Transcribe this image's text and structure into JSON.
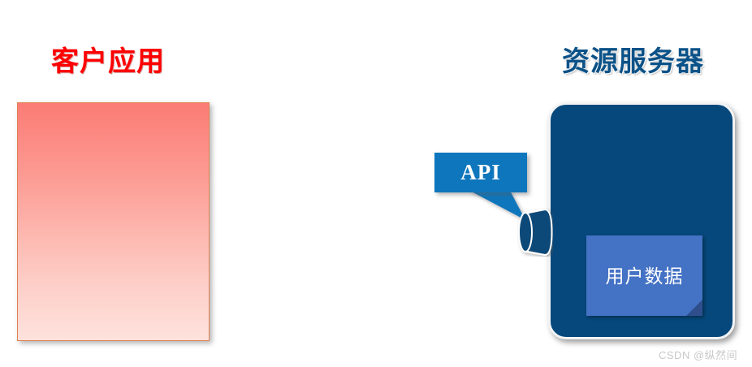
{
  "diagram": {
    "client": {
      "title": "客户应用",
      "title_color": "#FF0000",
      "panel_gradient_top": "#FB7C75",
      "panel_gradient_bottom": "#FEE2DD",
      "panel_border_color": "#E08050"
    },
    "server": {
      "title": "资源服务器",
      "title_color": "#0B5288",
      "panel_fill": "#06487B",
      "panel_border_color": "#F2F3F5",
      "user_data": {
        "label": "用户数据",
        "fill": "#4472C4",
        "fold_fill": "#2E4F8C",
        "text_color": "#FFFFFF"
      }
    },
    "api_callout": {
      "label": "API",
      "fill": "#0E76BC",
      "text_color": "#FFFFFF"
    },
    "api_cylinder": {
      "name": "api-endpoint-cylinder",
      "fill": "#0B4A78",
      "stroke": "#FFFFFF"
    }
  },
  "watermark": {
    "text": "CSDN @纵然间",
    "color": "#C8C8C8"
  }
}
